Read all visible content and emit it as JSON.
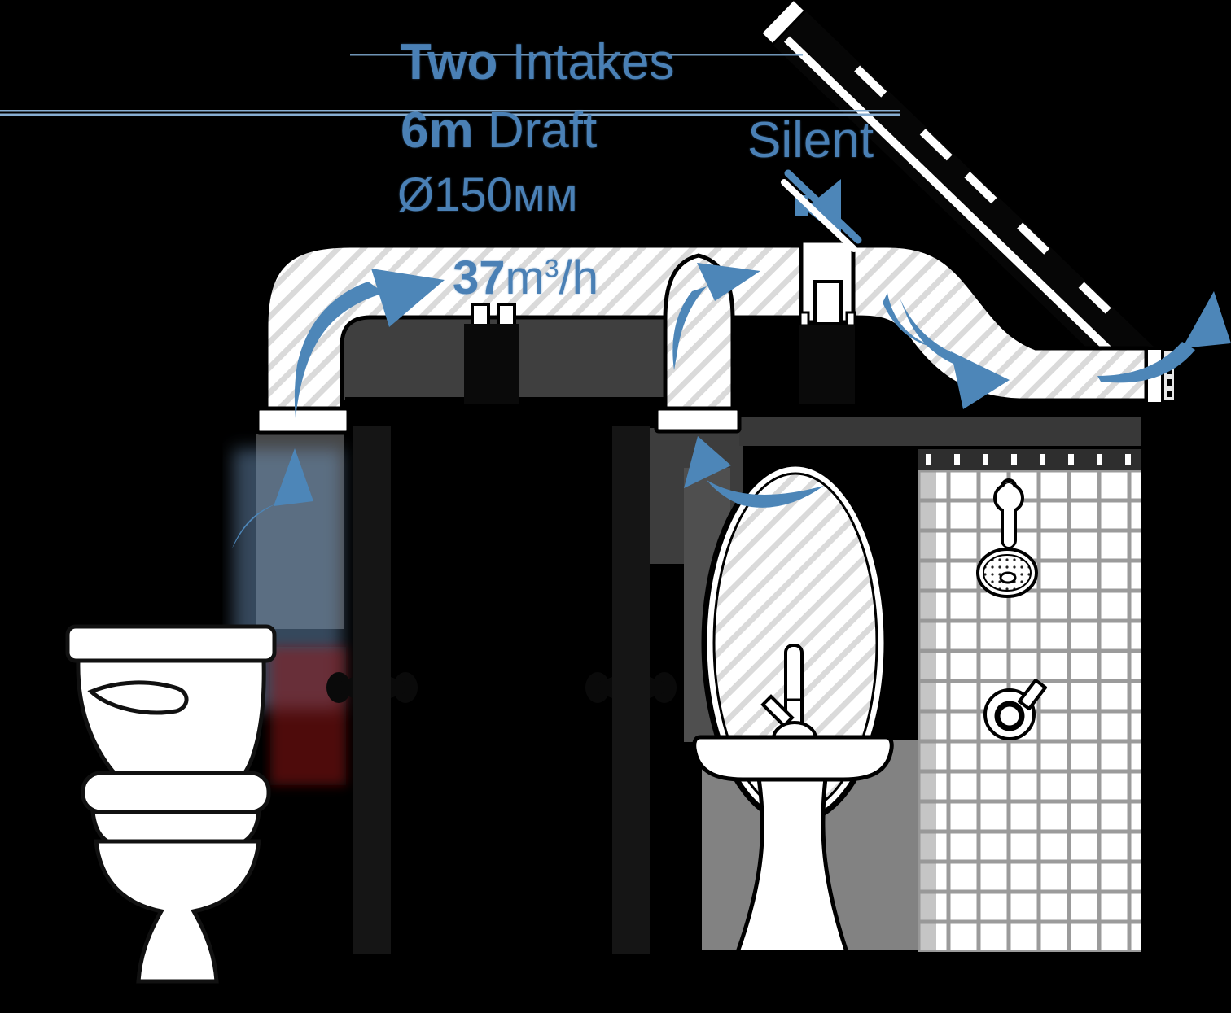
{
  "annotations": {
    "two_intakes": {
      "bold": "Two",
      "rest": " Intakes"
    },
    "draft": {
      "bold": "6m",
      "rest": " Draft"
    },
    "diameter": {
      "value": "Ø150",
      "unit": "мм"
    },
    "silent": {
      "label": "Silent",
      "icon": "muted-speaker-icon"
    },
    "flow_rate": {
      "number": "37",
      "unit_base": "m",
      "unit_exponent": "3",
      "unit_suffix": "/h"
    }
  },
  "icons": {
    "mute": "muted-speaker-icon",
    "airflow": "curved-airflow-arrow-icon"
  },
  "colors": {
    "accent_blue": "#4a80b5",
    "arrow_blue": "#4d86b8",
    "background": "#000000",
    "duct_hatch": "#dadada",
    "tile_grout": "#9b9b9b"
  }
}
